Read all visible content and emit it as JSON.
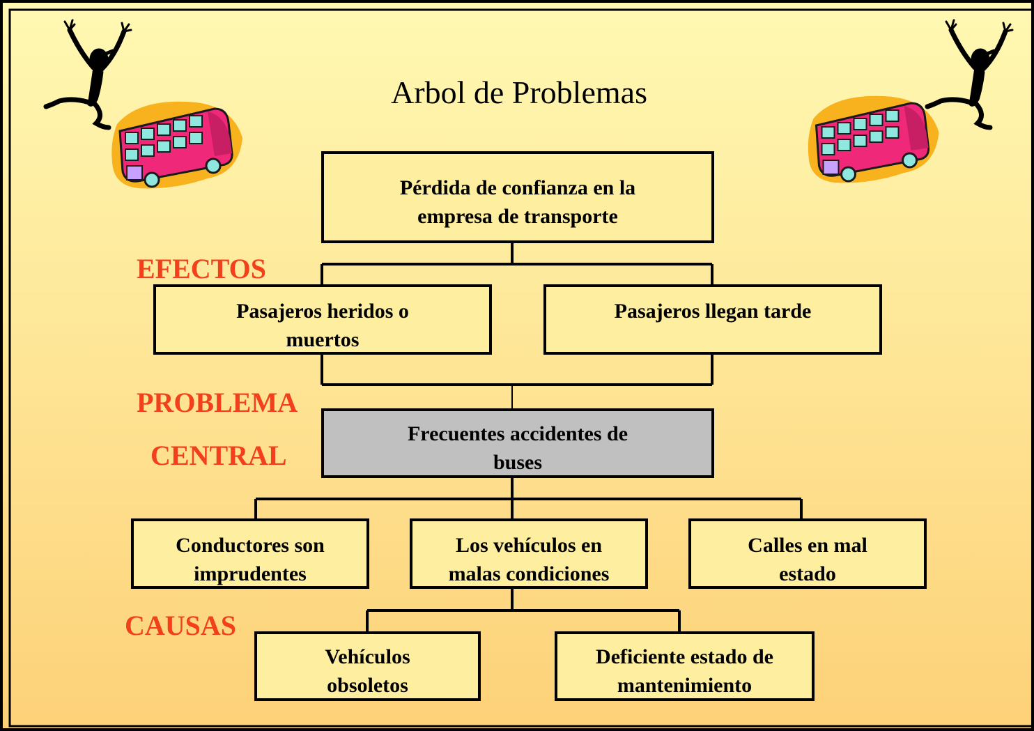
{
  "title": "Arbol de Problemas",
  "labels": {
    "efectos": "EFECTOS",
    "problema": "PROBLEMA",
    "central": "CENTRAL",
    "causas": "CAUSAS"
  },
  "nodes": {
    "top_effect": "Pérdida de confianza en la empresa de transporte",
    "effect_left": "Pasajeros heridos o muertos",
    "effect_right": "Pasajeros llegan tarde",
    "central_problem": "Frecuentes accidentes de buses",
    "cause_1": "Conductores son imprudentes",
    "cause_2": "Los vehículos en malas condiciones",
    "cause_3": "Calles en mal estado",
    "subcause_1": "Vehículos obsoletos",
    "subcause_2": "Deficiente estado de mantenimiento"
  },
  "colors": {
    "background_top": "#fff9b3",
    "background_bottom": "#fdd178",
    "label_red": "#f2401c",
    "central_box_fill": "#c0c0c0",
    "bus_body": "#f0287a",
    "bus_splash": "#f7b21e"
  },
  "icons": [
    "dancing-figure-icon",
    "bus-icon"
  ]
}
